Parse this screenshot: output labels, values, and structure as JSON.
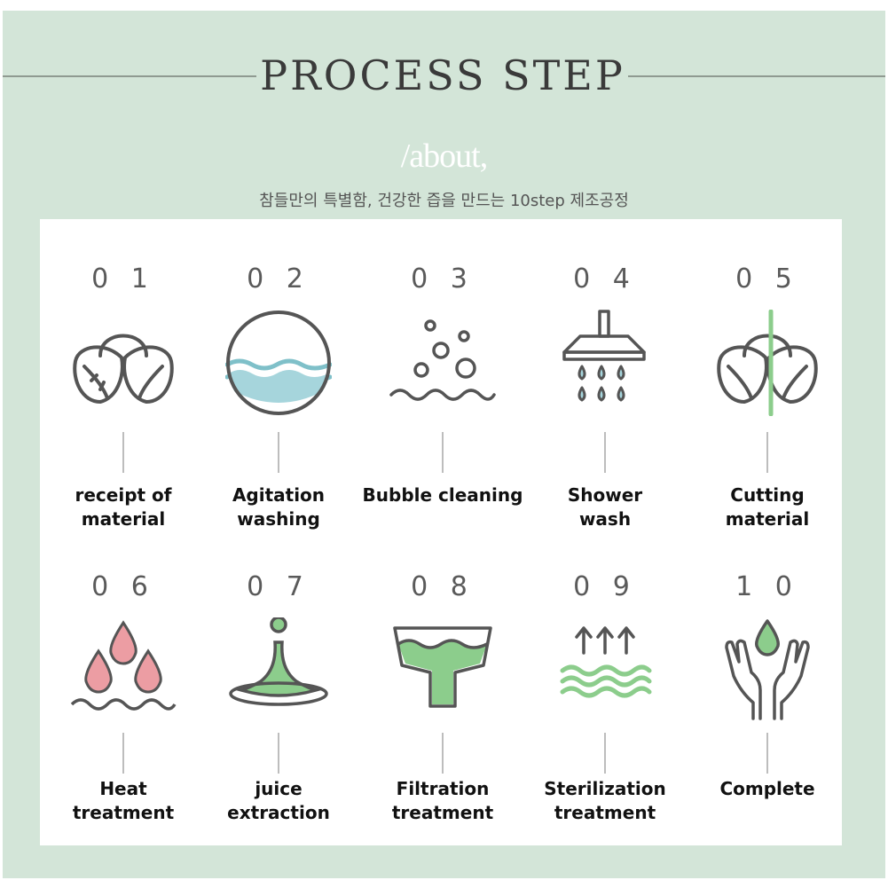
{
  "header": {
    "title": "PROCESS STEP",
    "subtitle": "/about,",
    "tagline": "참들만의 특별함, 건강한 즙을 만드는 10step 제조공정"
  },
  "colors": {
    "background": "#d3e5d8",
    "icon_stroke": "#555555",
    "water_blue": "#a6d5dc",
    "drop_pink": "#ec9da3",
    "accent_green": "#8ccd8c"
  },
  "steps": [
    {
      "number": "0 1",
      "label": "receipt of\nmaterial",
      "icon": "cabbage-icon"
    },
    {
      "number": "0 2",
      "label": "Agitation\nwashing",
      "icon": "water-circle-icon"
    },
    {
      "number": "0 3",
      "label": "Bubble cleaning",
      "icon": "bubbles-icon"
    },
    {
      "number": "0 4",
      "label": "Shower\nwash",
      "icon": "shower-icon"
    },
    {
      "number": "0 5",
      "label": "Cutting\nmaterial",
      "icon": "cut-cabbage-icon"
    },
    {
      "number": "0 6",
      "label": "Heat\ntreatment",
      "icon": "heat-drops-icon"
    },
    {
      "number": "0 7",
      "label": "juice\nextraction",
      "icon": "juice-splash-icon"
    },
    {
      "number": "0 8",
      "label": "Filtration\ntreatment",
      "icon": "funnel-icon"
    },
    {
      "number": "0 9",
      "label": "Sterilization\ntreatment",
      "icon": "steam-waves-icon"
    },
    {
      "number": "1 0",
      "label": "Complete",
      "icon": "hands-drop-icon"
    }
  ]
}
